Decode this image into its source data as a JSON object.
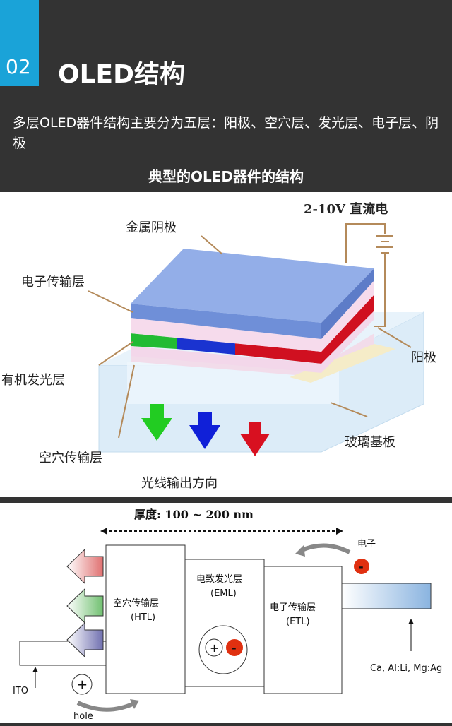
{
  "header": {
    "number": "02",
    "title": "OLED结构",
    "description": "多层OLED器件结构主要分为五层：阳极、空穴层、发光层、电子层、阴极",
    "subtitle": "典型的OLED器件的结构"
  },
  "diagram1": {
    "labels": {
      "metal_cathode": "金属阴极",
      "voltage": "2-10V 直流电",
      "electron_transport": "电子传输层",
      "anode": "阳极",
      "organic_emissive": "有机发光层",
      "glass_substrate": "玻璃基板",
      "hole_transport": "空穴传输层",
      "light_output": "光线输出方向"
    },
    "colors": {
      "cathode": "#7f9cdc",
      "green": "#22bb33",
      "blue": "#1a33d0",
      "red": "#d01020",
      "pink_layer": "#f3d7ea",
      "glass": "#d9ecf8"
    }
  },
  "diagram2": {
    "thickness": "厚度: 100 ~ 200 nm",
    "electron": "电子",
    "htl_cn": "空穴传输层",
    "htl_en": "(HTL)",
    "eml_cn": "电致发光层",
    "eml_en": "(EML)",
    "etl_cn": "电子传输层",
    "etl_en": "(ETL)",
    "ito": "ITO",
    "hole": "hole",
    "cathode_materials": "Ca, Al:Li, Mg:Ag",
    "plus": "+",
    "minus": "-"
  }
}
